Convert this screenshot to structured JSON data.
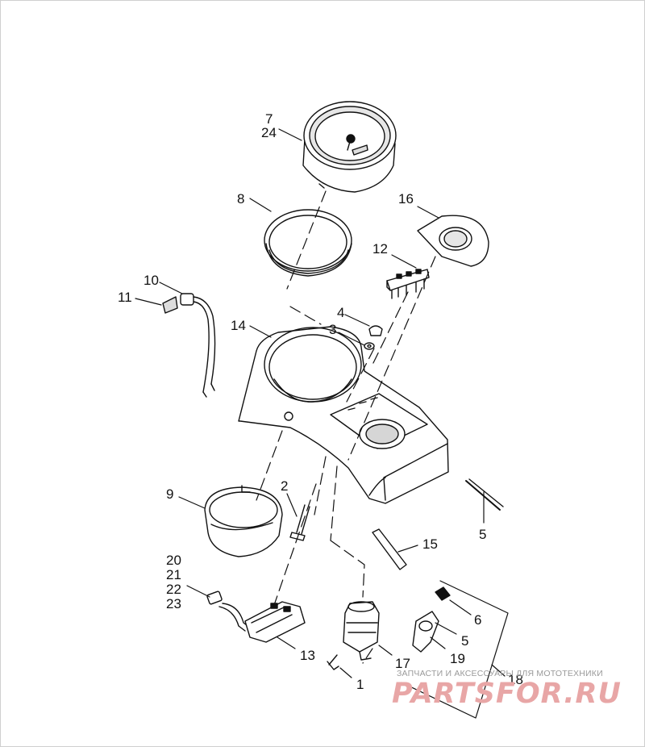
{
  "diagram": {
    "callouts": [
      {
        "id": "c7",
        "text": "7"
      },
      {
        "id": "c24",
        "text": "24"
      },
      {
        "id": "c16",
        "text": "16"
      },
      {
        "id": "c8",
        "text": "8"
      },
      {
        "id": "c12",
        "text": "12"
      },
      {
        "id": "c10",
        "text": "10"
      },
      {
        "id": "c11",
        "text": "11"
      },
      {
        "id": "c4",
        "text": "4"
      },
      {
        "id": "c14",
        "text": "14"
      },
      {
        "id": "c3",
        "text": "3"
      },
      {
        "id": "c2",
        "text": "2"
      },
      {
        "id": "c9",
        "text": "9"
      },
      {
        "id": "c5a",
        "text": "5"
      },
      {
        "id": "c15",
        "text": "15"
      },
      {
        "id": "c20",
        "text": "20"
      },
      {
        "id": "c21",
        "text": "21"
      },
      {
        "id": "c22",
        "text": "22"
      },
      {
        "id": "c23",
        "text": "23"
      },
      {
        "id": "c6",
        "text": "6"
      },
      {
        "id": "c5b",
        "text": "5"
      },
      {
        "id": "c19",
        "text": "19"
      },
      {
        "id": "c13",
        "text": "13"
      },
      {
        "id": "c17",
        "text": "17"
      },
      {
        "id": "c18",
        "text": "18"
      },
      {
        "id": "c1",
        "text": "1"
      }
    ]
  },
  "watermark": {
    "caption": "ЗАПЧАСТИ И АКСЕССУАРЫ ДЛЯ МОТОТЕХНИКИ",
    "logo": "PARTSFOR.RU",
    "logo_color": "#e8a6a6"
  },
  "colors": {
    "line": "#111111",
    "background": "#ffffff"
  }
}
